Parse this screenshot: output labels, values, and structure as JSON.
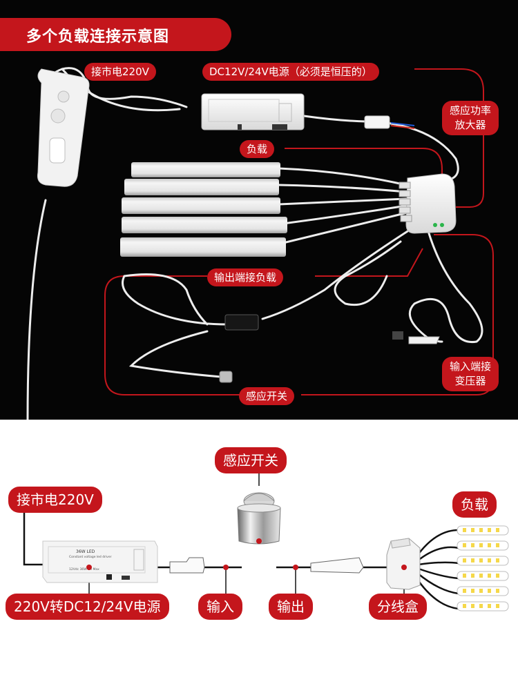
{
  "title": "多个负载连接示意图",
  "top_labels": {
    "mains": "接市电220V",
    "psu": "DC12V/24V电源（必须是恒压的）",
    "amplifier": "感应功率放大器",
    "load": "负载",
    "output": "输出端接负载",
    "input": "输入端接变压器",
    "sensor": "感应开关"
  },
  "bottom_labels": {
    "mains": "接市电220V",
    "psu": "220V转DC12/24V电源",
    "sensor": "感应开关",
    "load": "负载",
    "input": "输入",
    "output": "输出",
    "junction": "分线盒"
  },
  "psu_label": {
    "model": "36W LED",
    "sub": "Constant voltage led driver",
    "small": "12Vdc 36W 3A Max"
  },
  "colors": {
    "accent": "#c4161c",
    "dark_bg": "#050505",
    "device": "#f4f4f4",
    "led": "#f7e06a"
  }
}
